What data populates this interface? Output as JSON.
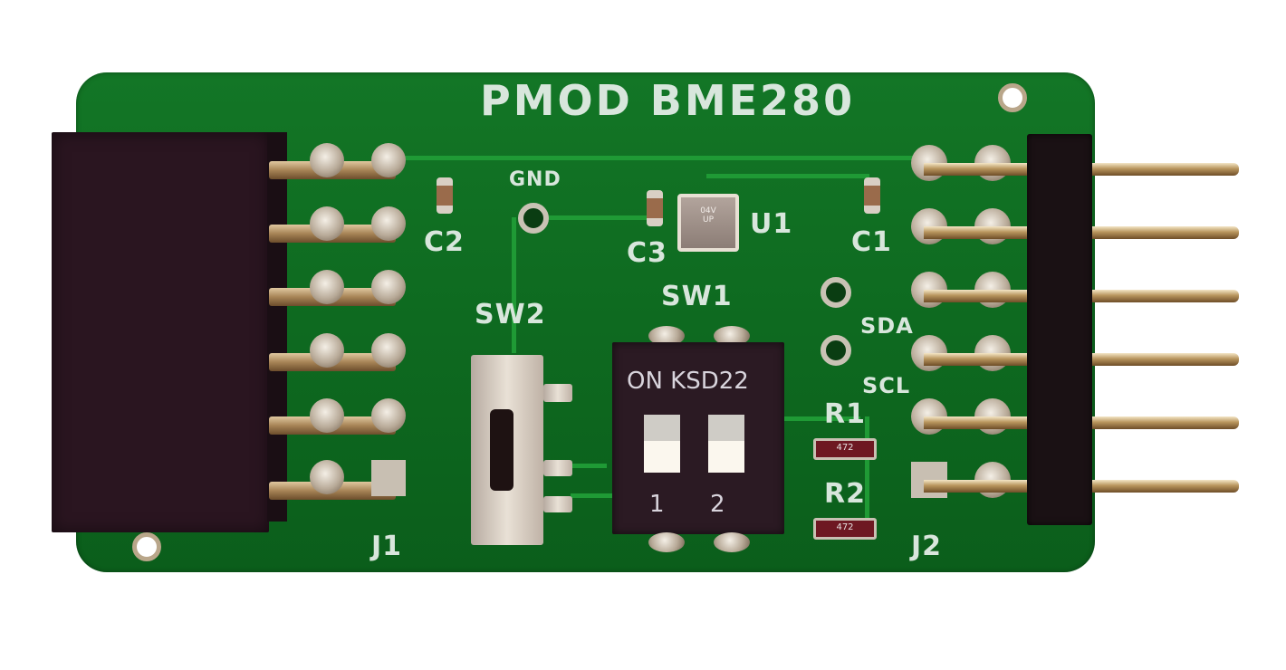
{
  "board": {
    "title": "PMOD BME280",
    "color": "#0f6a22",
    "labels": {
      "gnd": "GND",
      "sda": "SDA",
      "scl": "SCL"
    }
  },
  "components": {
    "j1": {
      "ref": "J1",
      "type": "2x6 female right-angle header"
    },
    "j2": {
      "ref": "J2",
      "type": "2x6 male right-angle header"
    },
    "u1": {
      "ref": "U1",
      "marking_line1": "04V",
      "marking_line2": "UP"
    },
    "c1": {
      "ref": "C1"
    },
    "c2": {
      "ref": "C2"
    },
    "c3": {
      "ref": "C3"
    },
    "r1": {
      "ref": "R1",
      "value": "472"
    },
    "r2": {
      "ref": "R2",
      "value": "472"
    },
    "sw1": {
      "ref": "SW1",
      "body_label": "ON KSD22",
      "switch_labels": [
        "1",
        "2"
      ]
    },
    "sw2": {
      "ref": "SW2"
    }
  }
}
